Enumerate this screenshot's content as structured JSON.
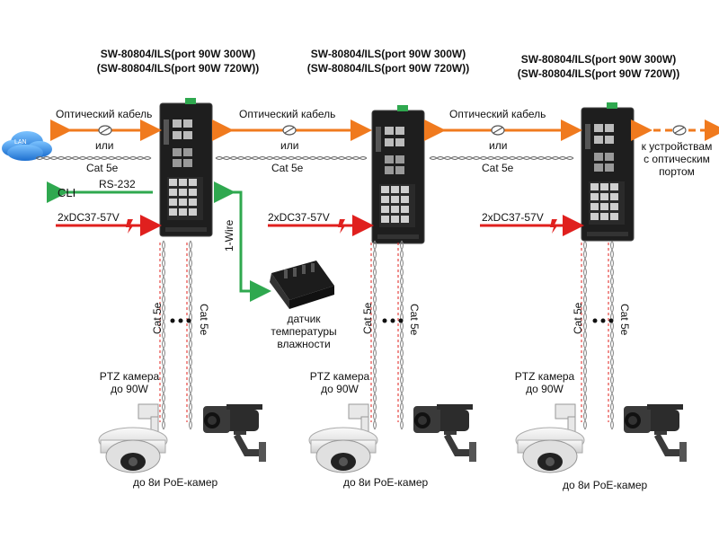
{
  "switches": [
    {
      "title_line1": "SW-80804/ILS(port 90W 300W)",
      "title_line2": "(SW-80804/ILS(port 90W 720W))"
    },
    {
      "title_line1": "SW-80804/ILS(port 90W 300W)",
      "title_line2": "(SW-80804/ILS(port 90W 720W))"
    },
    {
      "title_line1": "SW-80804/ILS(port 90W 300W)",
      "title_line2": "(SW-80804/ILS(port 90W 720W))"
    }
  ],
  "links": {
    "optical_cable": "Оптический кабель",
    "or": "или",
    "cat5e": "Cat 5e",
    "cat5e_vertical": "Cat 5e"
  },
  "lan": {
    "label": "LAN"
  },
  "cli": {
    "label": "CLI",
    "rs232": "RS-232"
  },
  "power": {
    "label": "2xDC37-57V"
  },
  "one_wire": {
    "label": "1-Wire"
  },
  "sensor": {
    "line1": "датчик",
    "line2": "температуры",
    "line3": "влажности"
  },
  "optical_devices": {
    "line1": "к устройствам",
    "line2": "с оптическим",
    "line3": "портом"
  },
  "ptz": {
    "line1": "PTZ камера",
    "line2": "до 90W"
  },
  "poe_caption": "до 8и  PoE-камер",
  "colors": {
    "optical": "#f07a1e",
    "green": "#2fa84f",
    "red": "#e0201e",
    "switch_body": "#1e1e1e",
    "lan_cloud": "#2f8fe0"
  }
}
